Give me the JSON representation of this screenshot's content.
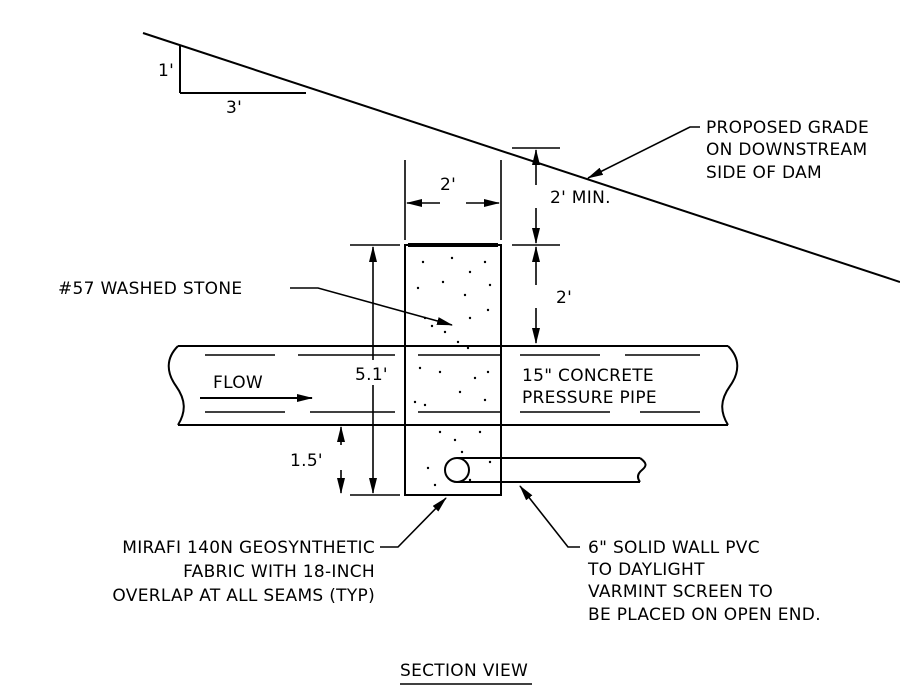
{
  "slope": {
    "rise": "1'",
    "run": "3'"
  },
  "labels": {
    "grade": [
      "PROPOSED GRADE",
      "ON DOWNSTREAM",
      "SIDE OF DAM"
    ],
    "stone": "#57 WASHED STONE",
    "flow": "FLOW",
    "pipe": [
      "15\" CONCRETE",
      "PRESSURE PIPE"
    ],
    "fabric": [
      "MIRAFI 140N GEOSYNTHETIC",
      "FABRIC WITH 18-INCH",
      "OVERLAP AT ALL SEAMS (TYP)"
    ],
    "pvc": [
      "6\" SOLID WALL PVC",
      "TO DAYLIGHT",
      "VARMINT SCREEN TO",
      "BE PLACED ON OPEN END."
    ],
    "title": "SECTION VIEW"
  },
  "dimensions": {
    "width": "2'",
    "cover_min": "2' MIN.",
    "depth_above_pipe": "2'",
    "total_height": "5.1'",
    "bottom_height": "1.5'"
  }
}
